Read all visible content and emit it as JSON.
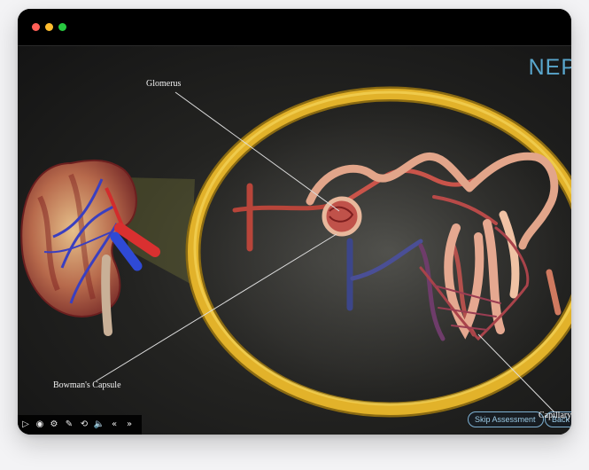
{
  "window": {
    "traffic_lights": [
      {
        "name": "close",
        "color": "#ff5f57"
      },
      {
        "name": "minimize",
        "color": "#febc2e"
      },
      {
        "name": "zoom",
        "color": "#28c840"
      }
    ]
  },
  "video": {
    "brand_text": "NEP",
    "labels": {
      "glomerus": "Glomerus",
      "bowmans_capsule": "Bowman's Capsule",
      "capillary": "Capillary"
    },
    "buttons": {
      "skip_assessment": "Skip Assessment",
      "back": "Back"
    }
  },
  "controls": [
    {
      "icon": "play-icon",
      "glyph": "▷"
    },
    {
      "icon": "eye-icon",
      "glyph": "◉"
    },
    {
      "icon": "settings-icon",
      "glyph": "⚙"
    },
    {
      "icon": "pen-icon",
      "glyph": "✎"
    },
    {
      "icon": "history-icon",
      "glyph": "⟲"
    },
    {
      "icon": "volume-icon",
      "glyph": "🔈"
    },
    {
      "icon": "rewind-icon",
      "glyph": "«"
    },
    {
      "icon": "forward-icon",
      "glyph": "»"
    }
  ],
  "colors": {
    "accent": "#59a6cc",
    "ring": "#e2b22a",
    "artery": "#c0392b",
    "vein": "#3a4fc4"
  }
}
